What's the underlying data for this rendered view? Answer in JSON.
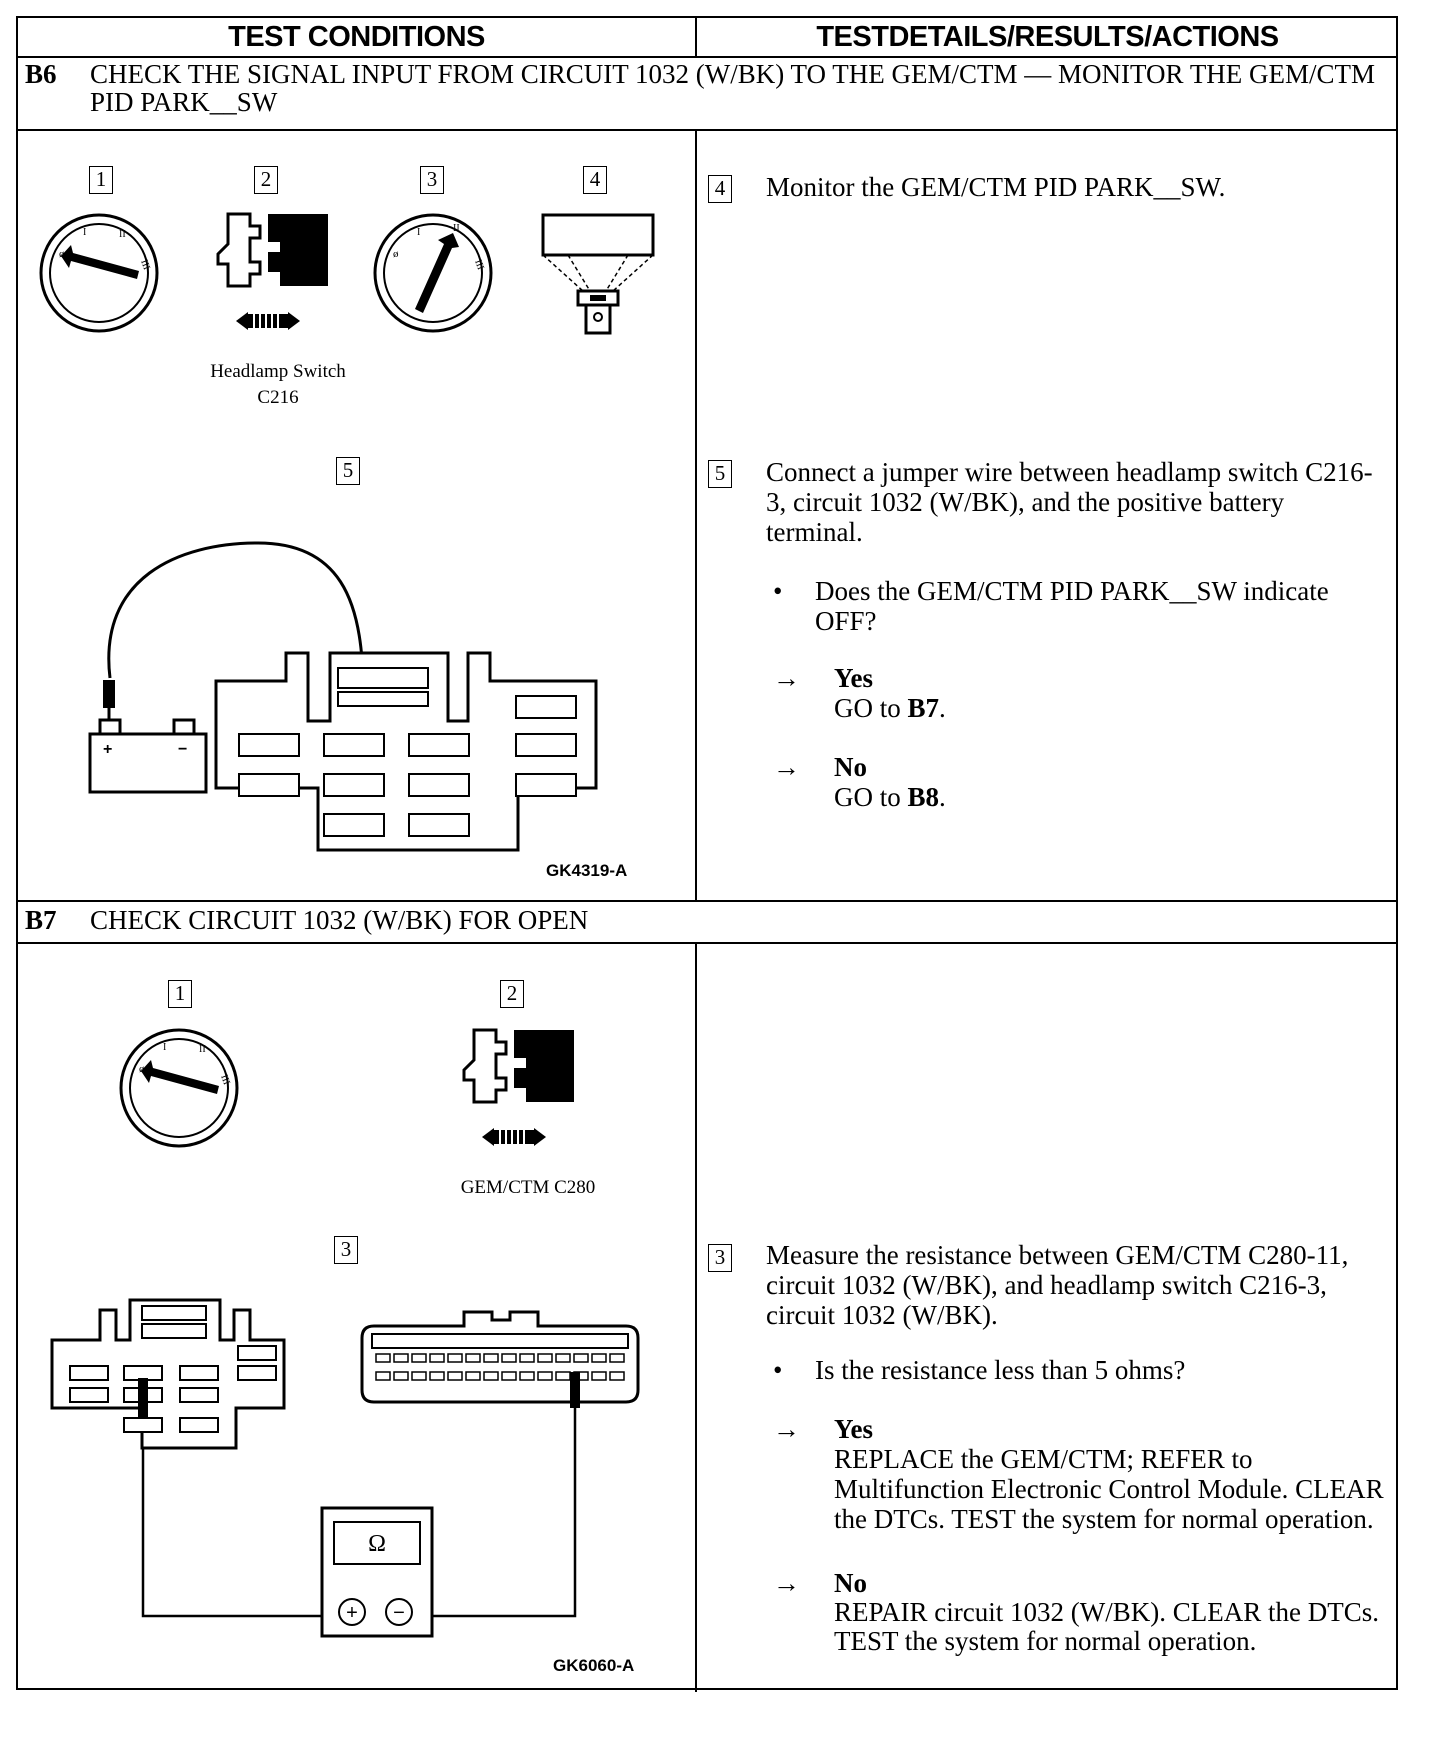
{
  "header": {
    "col_left": "TEST CONDITIONS",
    "col_right": "TESTDETAILS/RESULTS/ACTIONS"
  },
  "b6": {
    "id": "B6",
    "title": "CHECK THE SIGNAL INPUT FROM CIRCUIT 1032 (W/BK) TO THE GEM/CTM — MONITOR THE GEM/CTM PID PARK__SW",
    "fig_steps": [
      "1",
      "2",
      "3",
      "4",
      "5"
    ],
    "switch_caption_line1": "Headlamp Switch",
    "switch_caption_line2": "C216",
    "fig_id": "GK4319-A",
    "battery_plus": "+",
    "battery_minus": "−",
    "step4_num": "4",
    "step4_text": "Monitor the GEM/CTM PID PARK__SW.",
    "step5_num": "5",
    "step5_text": "Connect a jumper wire between headlamp switch C216-3, circuit 1032 (W/BK), and the positive battery terminal.",
    "question": "Does the GEM/CTM PID PARK__SW indicate OFF?",
    "yes_label": "Yes",
    "yes_action_prefix": "GO to ",
    "yes_action_target": "B7",
    "no_label": "No",
    "no_action_prefix": "GO to ",
    "no_action_target": "B8",
    "suffix": "."
  },
  "b7": {
    "id": "B7",
    "title": "CHECK CIRCUIT 1032 (W/BK) FOR OPEN",
    "fig_steps": [
      "1",
      "2",
      "3"
    ],
    "connector_caption": "GEM/CTM C280",
    "fig_id": "GK6060-A",
    "meter_symbol": "Ω",
    "meter_plus": "+",
    "meter_minus": "−",
    "step3_num": "3",
    "step3_text": "Measure the resistance between GEM/CTM C280-11, circuit 1032 (W/BK), and headlamp switch C216-3, circuit 1032 (W/BK).",
    "question": "Is the resistance less than 5 ohms?",
    "yes_label": "Yes",
    "yes_action": "REPLACE the GEM/CTM; REFER to Multifunction Electronic Control Module. CLEAR the DTCs. TEST the system for normal operation.",
    "no_label": "No",
    "no_action": "REPAIR circuit 1032 (W/BK). CLEAR the DTCs. TEST the system for normal operation."
  },
  "glyphs": {
    "bullet": "•",
    "arrow": "→"
  }
}
